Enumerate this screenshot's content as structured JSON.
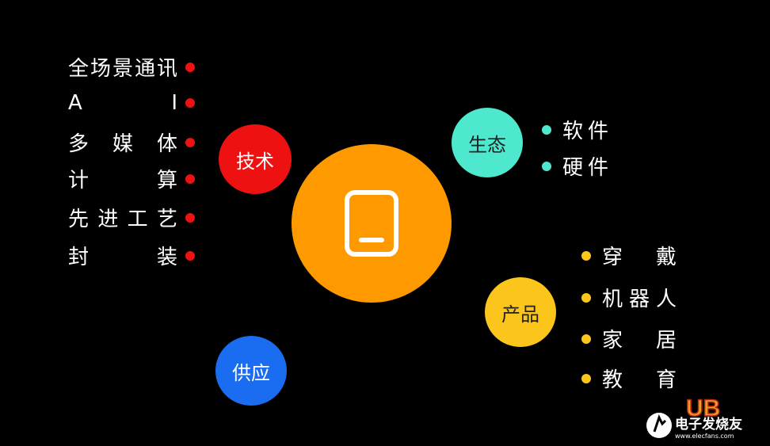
{
  "colors": {
    "background": "#000000",
    "tech": "#ee1111",
    "ecosystem": "#4ee8cf",
    "product": "#fbc51c",
    "supply": "#1a6df0",
    "center": "#fe9a00"
  },
  "center": {
    "icon": "tablet-icon"
  },
  "tech": {
    "label": "技术",
    "items": [
      {
        "chars": [
          "全",
          "场",
          "景",
          "通",
          "讯"
        ]
      },
      {
        "chars": [
          "A",
          "I"
        ]
      },
      {
        "chars": [
          "多",
          "媒",
          "体"
        ]
      },
      {
        "chars": [
          "计",
          "算"
        ]
      },
      {
        "chars": [
          "先",
          "进",
          "工",
          "艺"
        ]
      },
      {
        "chars": [
          "封",
          "装"
        ]
      }
    ]
  },
  "ecosystem": {
    "label": "生态",
    "items": [
      {
        "chars": [
          "软",
          "件"
        ]
      },
      {
        "chars": [
          "硬",
          "件"
        ]
      }
    ]
  },
  "product": {
    "label": "产品",
    "items": [
      {
        "chars": [
          "穿",
          "戴"
        ]
      },
      {
        "chars": [
          "机",
          "器",
          "人"
        ]
      },
      {
        "chars": [
          "家",
          "居"
        ]
      },
      {
        "chars": [
          "教",
          "育"
        ]
      }
    ]
  },
  "supply": {
    "label": "供应"
  },
  "watermark": {
    "text": "电子发烧友",
    "url_text": "www.elecfans.com"
  }
}
